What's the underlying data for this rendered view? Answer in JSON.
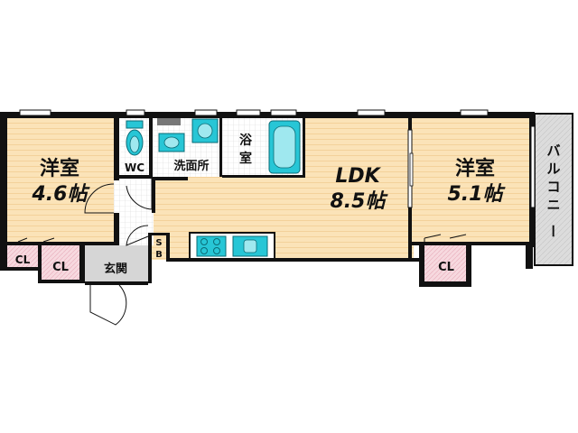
{
  "rooms": {
    "western_left": {
      "name": "洋室",
      "size": "4.6帖"
    },
    "ldk": {
      "name": "LDK",
      "size": "8.5帖"
    },
    "western_right": {
      "name": "洋室",
      "size": "5.1帖"
    },
    "wc": "WC",
    "washroom": "洗面所",
    "bath": "浴室",
    "entrance": "玄関",
    "shoebox": "SB",
    "balcony": "バルコニー",
    "closet_left_a": "CL",
    "closet_left_b": "CL",
    "closet_right": "CL"
  },
  "colors": {
    "floor_wood": "#fbe3b8",
    "wood_stripe": "#f4d39a",
    "closet_pink": "#f7d9df",
    "fixture_cyan": "#27c6d6",
    "wall": "#111111",
    "entrance_gray": "#d6d6d6",
    "balcony_gray": "#dcdcdc"
  }
}
